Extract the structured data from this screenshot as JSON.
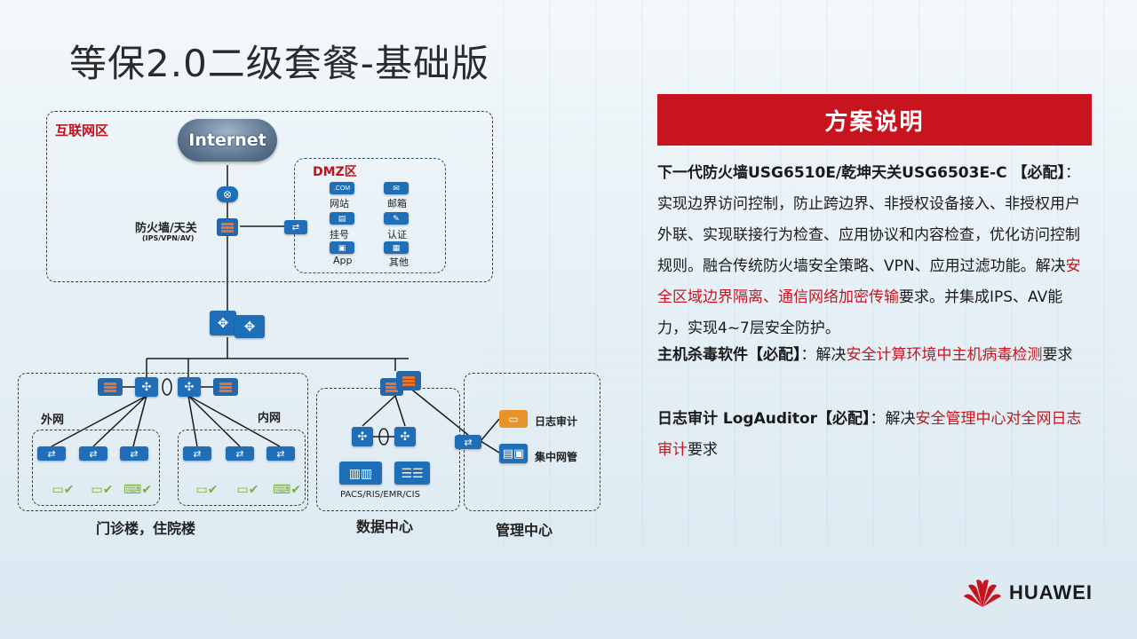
{
  "title": "等保2.0二级套餐-基础版",
  "diagram": {
    "zone_internet": "互联网区",
    "internet": "Internet",
    "dmz_label": "DMZ区",
    "dmz_items": [
      "网站",
      "邮箱",
      "挂号",
      "认证",
      "App",
      "其他"
    ],
    "dmz_com": ".COM",
    "firewall_label": "防火墙/天关",
    "firewall_sub": "(IPS/VPN/AV)",
    "outer_net": "外网",
    "inner_net": "内网",
    "clinic": "门诊楼，住院楼",
    "datacenter": "数据中心",
    "datacenter_sub": "PACS/RIS/EMR/CIS",
    "mgmt": "管理中心",
    "log_audit": "日志审计",
    "central_mgmt": "集中网管"
  },
  "panel": {
    "header": "方案说明",
    "p1_bold": "下一代防火墙USG6510E/乾坤天关USG6503E-C 【必配】",
    "p1_text": "：实现边界访问控制，防止跨边界、非授权设备接入、非授权用户外联、实现联接行为检查、应用协议和内容检查，优化访问控制规则。融合传统防火墙安全策略、VPN、应用过滤功能。解决",
    "p1_red": "安全区域边界隔离、通信网络加密传输",
    "p1_tail": "要求。并集成IPS、AV能力，实现4~7层安全防护。",
    "p2_bold": "主机杀毒软件【必配】",
    "p2_text": "：解决",
    "p2_red": "安全计算环境中主机病毒检测",
    "p2_tail": "要求",
    "p3_bold": "日志审计 LogAuditor【必配】",
    "p3_text": "：解决",
    "p3_red": "安全管理中心对全网日志审计",
    "p3_tail": "要求"
  },
  "brand": "HUAWEI",
  "colors": {
    "accent": "#c8141e",
    "device": "#1f6fb8"
  }
}
